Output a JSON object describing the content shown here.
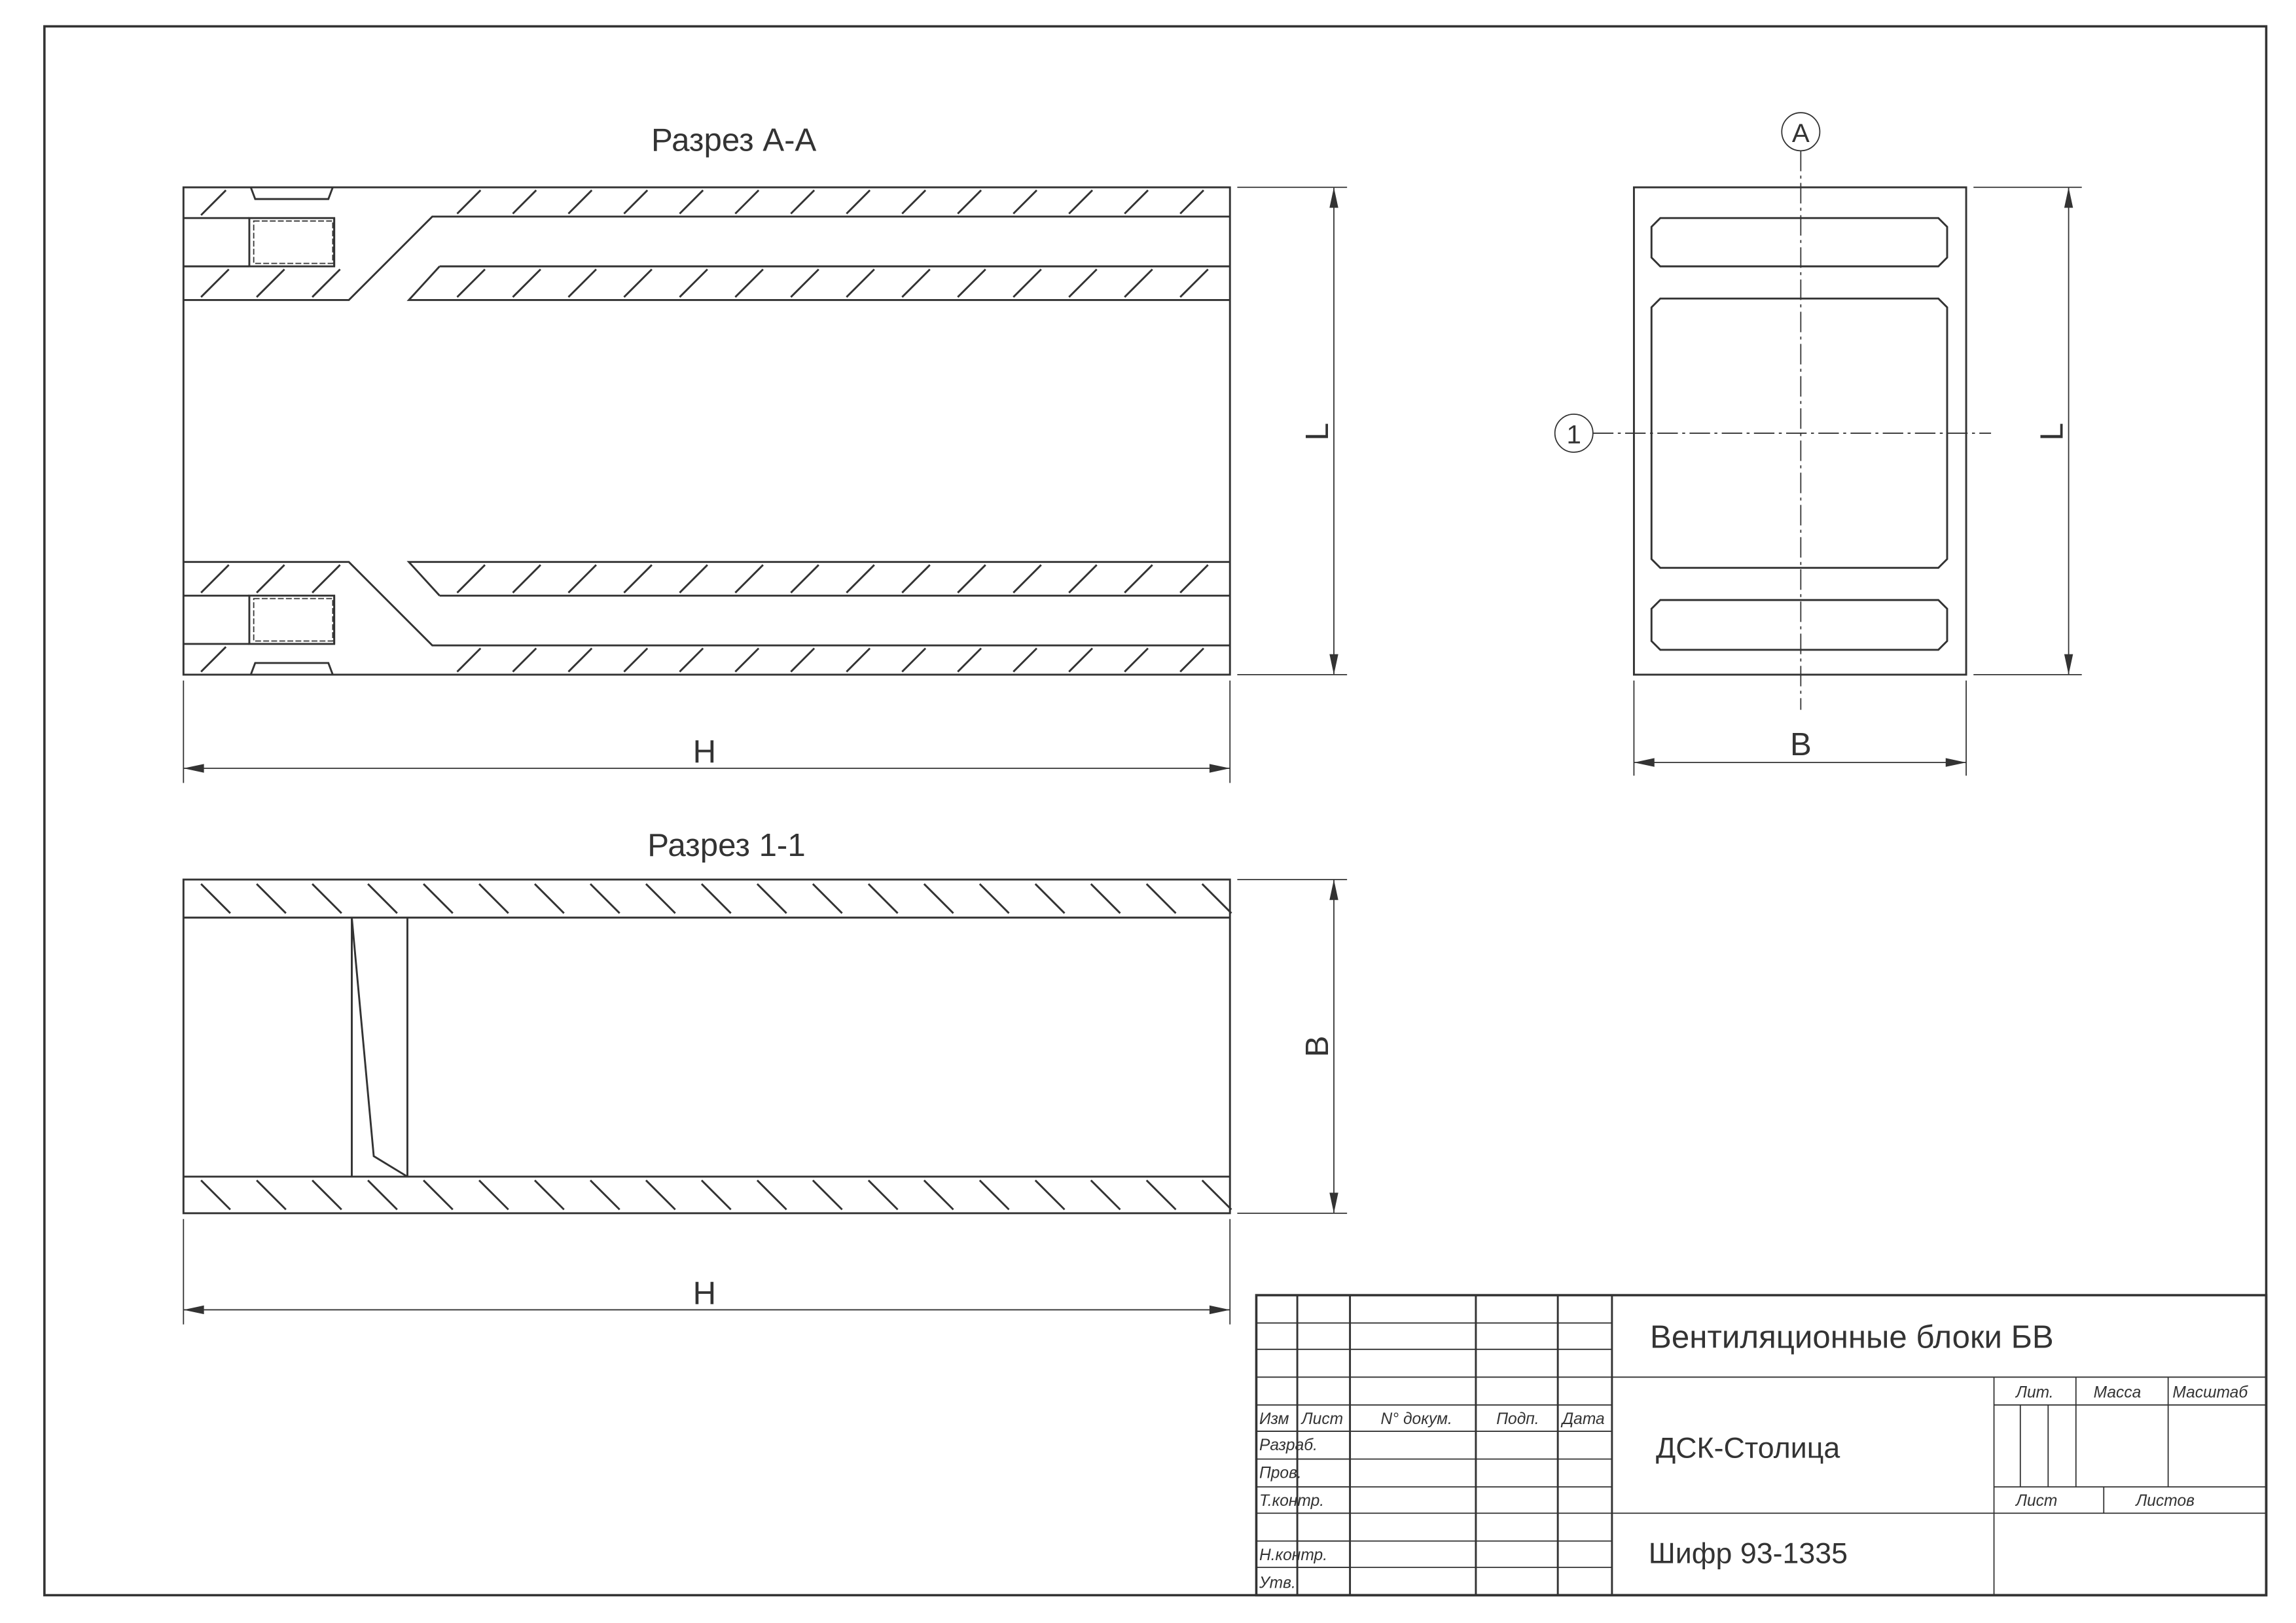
{
  "views": {
    "section_aa": {
      "title": "Разрез А-А",
      "dim_length": "L",
      "dim_height": "H"
    },
    "section_11": {
      "title": "Разрез 1-1",
      "dim_width": "B",
      "dim_height": "H"
    },
    "plan": {
      "marker_a": "A",
      "marker_1": "1",
      "dim_length": "L",
      "dim_width": "B"
    }
  },
  "title_block": {
    "title": "Вентиляционные блоки БВ",
    "organization": "ДСК-Столица",
    "code": "Шифр 93-1335",
    "col_headers": [
      "Изм",
      "Лист",
      "N° докум.",
      "Подп.",
      "Дата"
    ],
    "rows": [
      "Разраб.",
      "Пров.",
      "Т.контр.",
      "Н.контр.",
      "Утв."
    ],
    "lit": "Лит.",
    "mass": "Масса",
    "scale": "Масштаб",
    "sheet": "Лист",
    "sheets": "Листов"
  }
}
